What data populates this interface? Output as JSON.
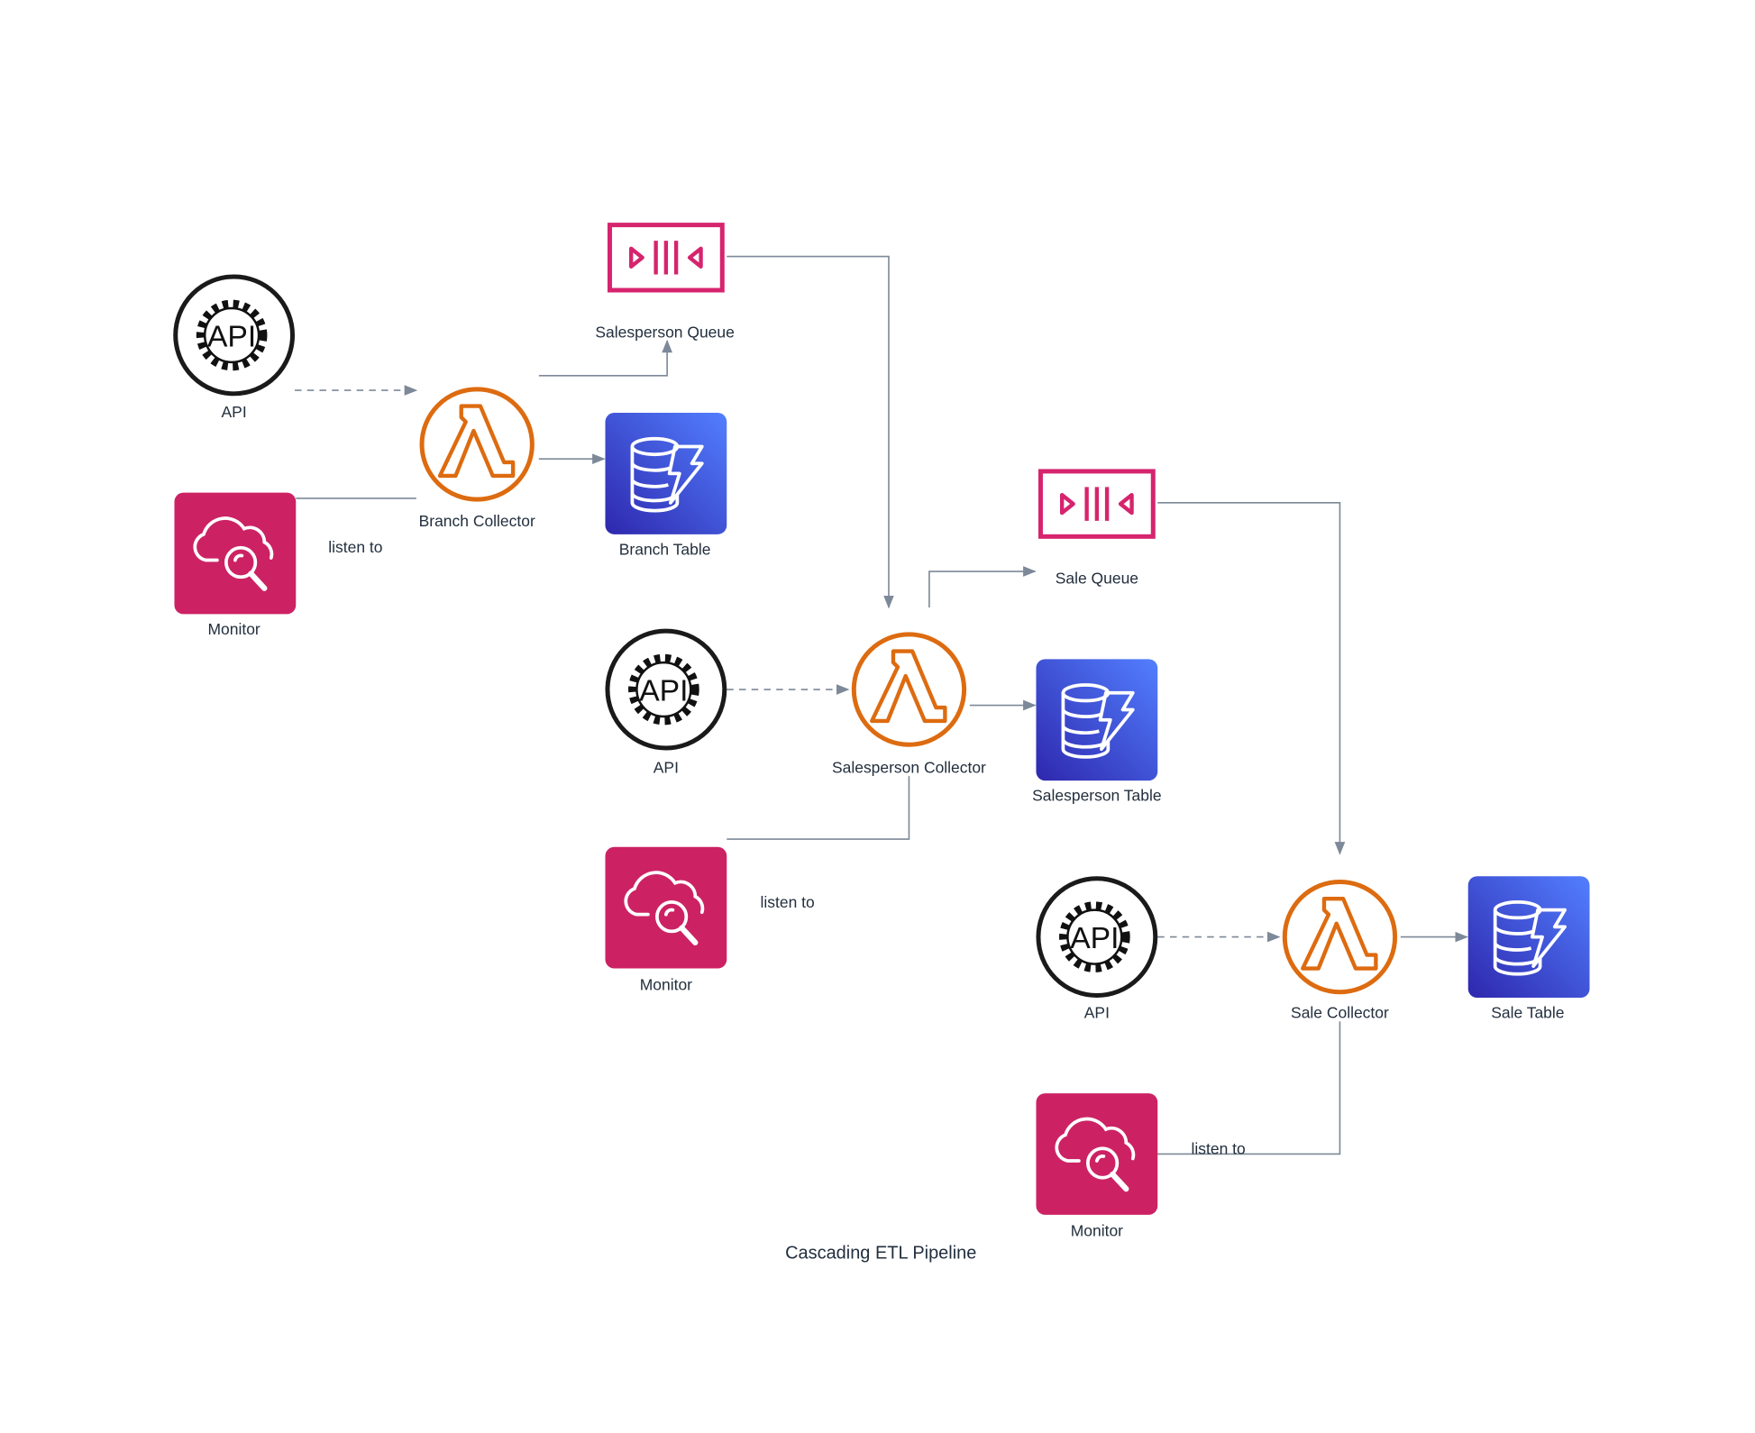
{
  "diagram": {
    "title": "Cascading ETL Pipeline",
    "icon_glyph_api": "API",
    "colors": {
      "lambda": "#dd6b10",
      "queue": "#d6246e",
      "monitor": "#cc2264",
      "table_from": "#2e27ad",
      "table_to": "#527fff",
      "edge": "#7d8998"
    },
    "nodes": {
      "api1": "API",
      "monitor1": "Monitor",
      "branch_collector": "Branch Collector",
      "salesperson_queue": "Salesperson Queue",
      "branch_table": "Branch Table",
      "api2": "API",
      "monitor2": "Monitor",
      "salesperson_collector": "Salesperson Collector",
      "sale_queue": "Sale Queue",
      "salesperson_table": "Salesperson Table",
      "api3": "API",
      "monitor3": "Monitor",
      "sale_collector": "Sale Collector",
      "sale_table": "Sale Table"
    },
    "edge_labels": {
      "listen1": "listen to",
      "listen2": "listen to",
      "listen3": "listen to"
    }
  }
}
